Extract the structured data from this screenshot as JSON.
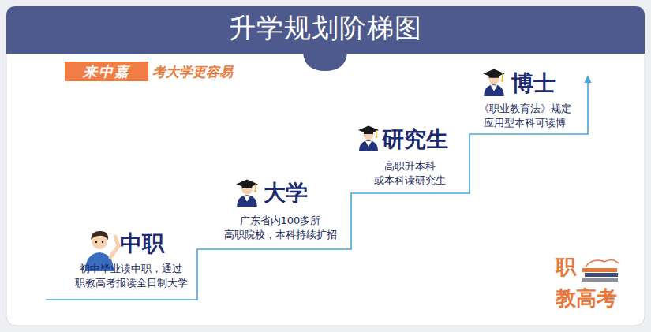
{
  "diagram": {
    "title": "升学规划阶梯图",
    "nodes": [
      {
        "text": [
          "来中嘉"
        ]
      }
    ],
    "labels": [
      "考大学更容易",
      "中职",
      "初中毕业读中职，通过 职教高考报读全日制大学",
      "大学",
      "广东省内100多所 高职院校，本科持续扩招",
      "研究生",
      "高职升本科 或本科读研究生",
      "博士",
      "《职业教育法》规定 应用型本科可读博",
      "职 教高考"
    ]
  }
}
